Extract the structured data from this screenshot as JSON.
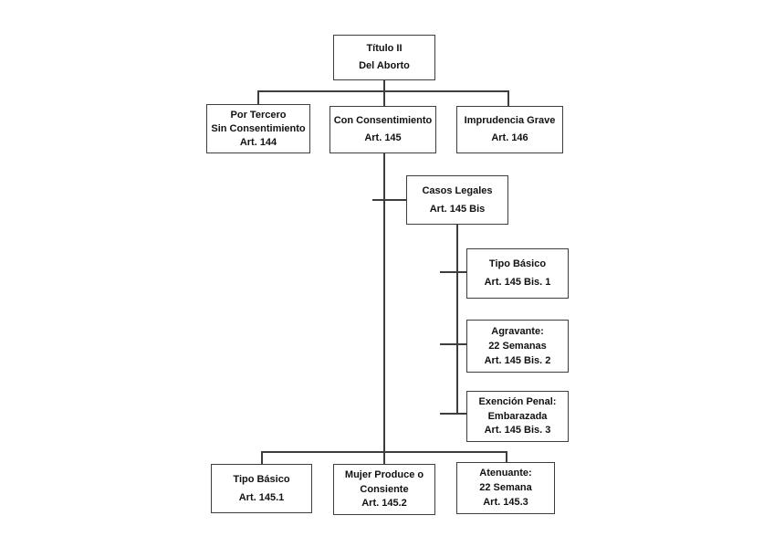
{
  "diagram": {
    "title": "Título II Del Aborto - esquema de artículos",
    "colors": {
      "background": "#ffffff",
      "box_border": "#3d3d3d",
      "connector_line": "#3d3d3d",
      "text": "#111111"
    },
    "nodes": {
      "titulo": {
        "lines": [
          "Título II",
          "Del Aborto"
        ]
      },
      "por_tercero": {
        "lines": [
          "Por Tercero",
          "Sin Consentimiento",
          "Art. 144"
        ]
      },
      "con_consentimiento": {
        "lines": [
          "Con Consentimiento",
          "Art. 145"
        ]
      },
      "imprudencia": {
        "lines": [
          "Imprudencia Grave",
          "Art. 146"
        ]
      },
      "casos_legales": {
        "lines": [
          "Casos Legales",
          "Art. 145 Bis"
        ]
      },
      "tipo_basico_bis": {
        "lines": [
          "Tipo Básico",
          "Art. 145 Bis. 1"
        ]
      },
      "agravante": {
        "lines": [
          "Agravante:",
          "22 Semanas",
          "Art. 145 Bis. 2"
        ]
      },
      "exencion": {
        "lines": [
          "Exención Penal:",
          "Embarazada",
          "Art. 145 Bis. 3"
        ]
      },
      "tipo_basico_145": {
        "lines": [
          "Tipo Básico",
          "Art. 145.1"
        ]
      },
      "mujer_produce": {
        "lines": [
          "Mujer Produce o",
          "Consiente",
          "Art. 145.2"
        ]
      },
      "atenuante": {
        "lines": [
          "Atenuante:",
          "22 Semana",
          "Art. 145.3"
        ]
      }
    }
  }
}
